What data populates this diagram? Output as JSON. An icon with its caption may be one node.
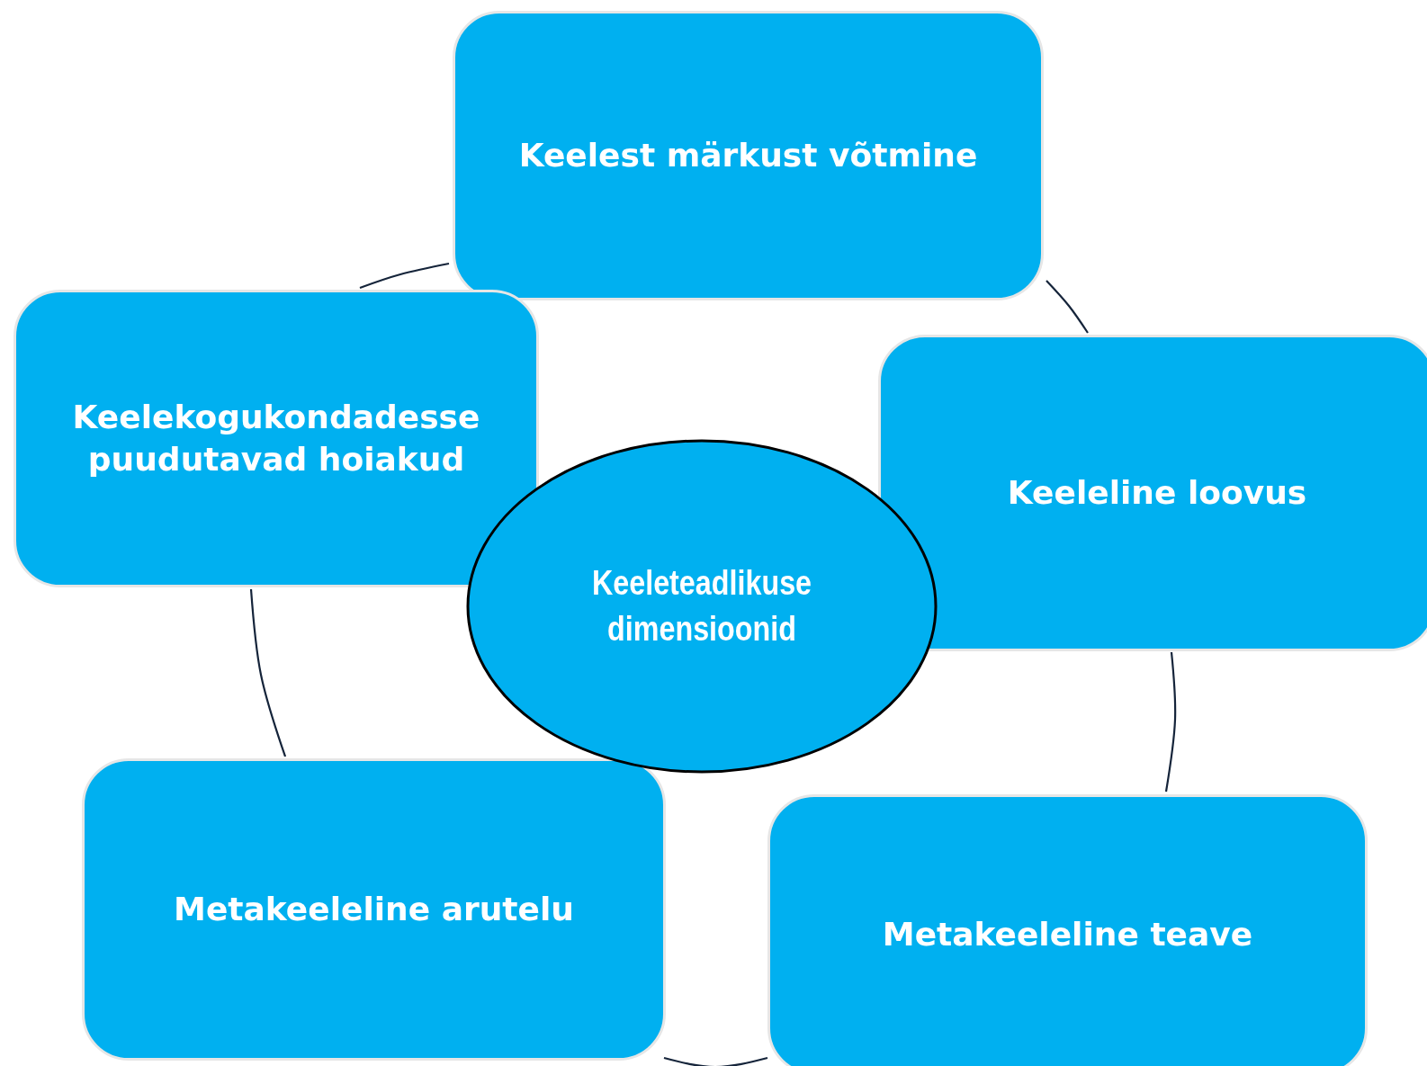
{
  "diagram": {
    "nodes": [
      {
        "text": [
          "Keeleteadlikuse dimensioonid"
        ]
      },
      {
        "text": [
          "Keelest märkust võtmine"
        ]
      },
      {
        "text": [
          "Keeleline loovus"
        ]
      },
      {
        "text": [
          "Metakeeleline teave"
        ]
      },
      {
        "text": [
          "Metakeeleline arutelu"
        ]
      },
      {
        "text": [
          "Keelekogukondadesse puudutavad hoiakud"
        ]
      }
    ],
    "edges": [
      {
        "from": 1,
        "to": 2,
        "arrow": "none"
      },
      {
        "from": 2,
        "to": 3,
        "arrow": "none"
      },
      {
        "from": 3,
        "to": 4,
        "arrow": "none"
      },
      {
        "from": 4,
        "to": 5,
        "arrow": "none"
      },
      {
        "from": 5,
        "to": 1,
        "arrow": "none"
      }
    ]
  }
}
